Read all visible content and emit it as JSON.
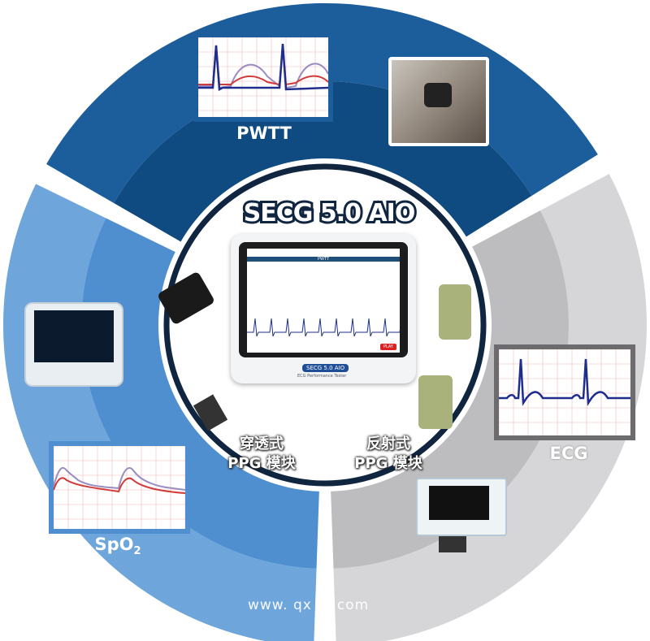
{
  "title": "SECG 5.0 AIO",
  "segments": {
    "pwtt": {
      "label": "PWTT",
      "color": "#1c5e9c",
      "inner_color": "#0f4a80"
    },
    "ecg": {
      "label": "ECG",
      "color": "#d6d6d8",
      "inner_color": "#bdbdbf"
    },
    "spo2": {
      "label_main": "SpO",
      "label_sub": "2",
      "color": "#6ea6dc",
      "inner_color": "#4f8fd0"
    }
  },
  "modules": {
    "transmissive": {
      "line1": "穿透式",
      "line2": "PPG 模块"
    },
    "reflective": {
      "line1": "反射式",
      "line2": "PPG 模块"
    }
  },
  "device": {
    "badge": "SECG 5.0 AIO",
    "subtitle": "ECG Performance Tester",
    "panel_title": "PWTT",
    "play_label": "PLAY"
  },
  "watermark": "www. qx   8. com",
  "colors": {
    "navy": "#0f2540",
    "wave_blue": "#1f2d8c",
    "wave_red": "#d23a3a",
    "wave_purple": "#9a8cc0"
  }
}
